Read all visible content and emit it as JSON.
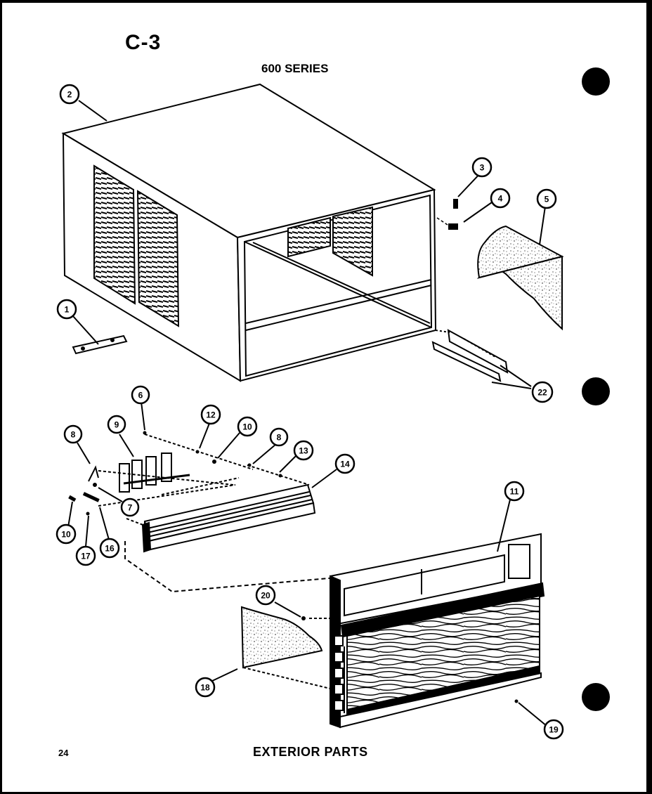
{
  "header": {
    "title": "C-3",
    "subtitle": "600 SERIES"
  },
  "footer": {
    "page_number": "24",
    "title": "EXTERIOR PARTS"
  },
  "callouts": [
    {
      "id": "c2",
      "label": "2"
    },
    {
      "id": "c1",
      "label": "1"
    },
    {
      "id": "c3",
      "label": "3"
    },
    {
      "id": "c4",
      "label": "4"
    },
    {
      "id": "c5",
      "label": "5"
    },
    {
      "id": "c22",
      "label": "22"
    },
    {
      "id": "c6a",
      "label": "6"
    },
    {
      "id": "c12",
      "label": "12"
    },
    {
      "id": "c10a",
      "label": "10"
    },
    {
      "id": "c8a",
      "label": "8"
    },
    {
      "id": "c13",
      "label": "13"
    },
    {
      "id": "c14",
      "label": "14"
    },
    {
      "id": "c8b",
      "label": "8"
    },
    {
      "id": "c9",
      "label": "9"
    },
    {
      "id": "c7",
      "label": "7"
    },
    {
      "id": "c10b",
      "label": "10"
    },
    {
      "id": "c17",
      "label": "17"
    },
    {
      "id": "c16",
      "label": "16"
    },
    {
      "id": "c11",
      "label": "11"
    },
    {
      "id": "c20",
      "label": "20"
    },
    {
      "id": "c18",
      "label": "18"
    },
    {
      "id": "c19",
      "label": "19"
    }
  ]
}
